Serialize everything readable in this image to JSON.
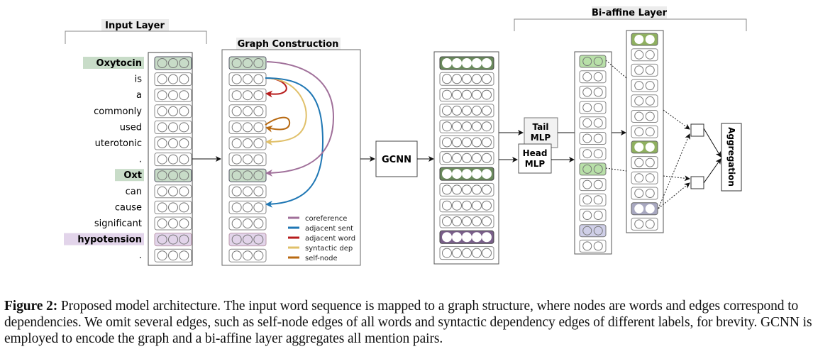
{
  "headers": {
    "input_layer": "Input Layer",
    "graph_construction": "Graph Construction",
    "biaffine_layer": "Bi-affine Layer"
  },
  "words": [
    {
      "text": "Oxytocin",
      "highlight": "green"
    },
    {
      "text": "is",
      "highlight": ""
    },
    {
      "text": "a",
      "highlight": ""
    },
    {
      "text": "commonly",
      "highlight": ""
    },
    {
      "text": "used",
      "highlight": ""
    },
    {
      "text": "uterotonic",
      "highlight": ""
    },
    {
      "text": ".",
      "highlight": ""
    },
    {
      "text": "Oxt",
      "highlight": "green"
    },
    {
      "text": "can",
      "highlight": ""
    },
    {
      "text": "cause",
      "highlight": ""
    },
    {
      "text": "significant",
      "highlight": ""
    },
    {
      "text": "hypotension",
      "highlight": "purple"
    },
    {
      "text": ".",
      "highlight": ""
    }
  ],
  "blocks": {
    "gcnn": "GCNN",
    "tail_mlp": [
      "Tail",
      "MLP"
    ],
    "head_mlp": [
      "Head",
      "MLP"
    ],
    "aggregation": "Aggregation"
  },
  "legend": [
    {
      "label": "coreference",
      "color": "#a0709a"
    },
    {
      "label": "adjacent sent",
      "color": "#1f77b4"
    },
    {
      "label": "adjacent word",
      "color": "#b71c1c"
    },
    {
      "label": "syntactic dep",
      "color": "#e0c06a"
    },
    {
      "label": "self-node",
      "color": "#b86a12"
    }
  ],
  "colors": {
    "input_green": "#c8dcc8",
    "input_purple": "#e2d4ea",
    "gcnn_green": "#6a8a5c",
    "gcnn_purple": "#7a5f8a",
    "tail_green": "#b8e0a8",
    "tail_purple": "#cfcfe8",
    "head_green": "#8fb060",
    "head_purple": "#a8a8c0"
  },
  "caption": {
    "label": "Figure 2:",
    "text": " Proposed model architecture. The input word sequence is mapped to a graph structure, where nodes are words and edges correspond to dependencies. We omit several edges, such as self-node edges of all words and syntactic dependency edges of different labels, for brevity. GCNN is employed to encode the graph and a bi-affine layer aggregates all mention pairs."
  }
}
